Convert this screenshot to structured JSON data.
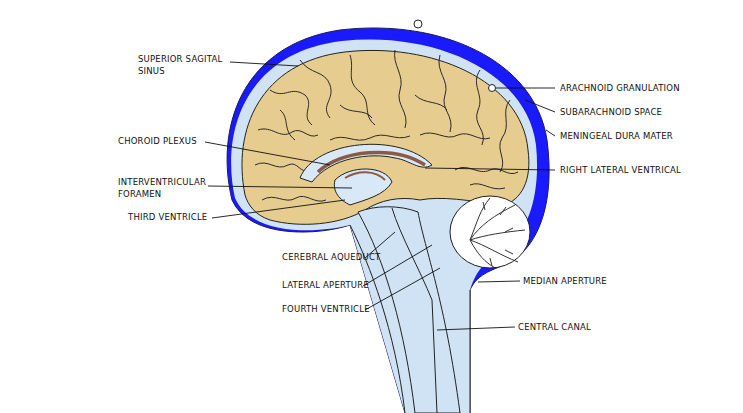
{
  "diagram": {
    "labels": [
      "SUPERIOR SAGITAL SINUS",
      "ARACHNOID GRANULATION",
      "SUBARACHNOID SPACE",
      "MENINGEAL DURA MATER",
      "CHOROID PLEXUS",
      "RIGHT LATERAL VENTRICAL",
      "INTERVENTRICULAR FORAMEN",
      "THIRD VENTRICLE",
      "CEREBRAL AQUEDUCT",
      "LATERAL APERTURE",
      "MEDIAN APERTURE",
      "FOURTH VENTRICLE",
      "CENTRAL CANAL"
    ]
  }
}
